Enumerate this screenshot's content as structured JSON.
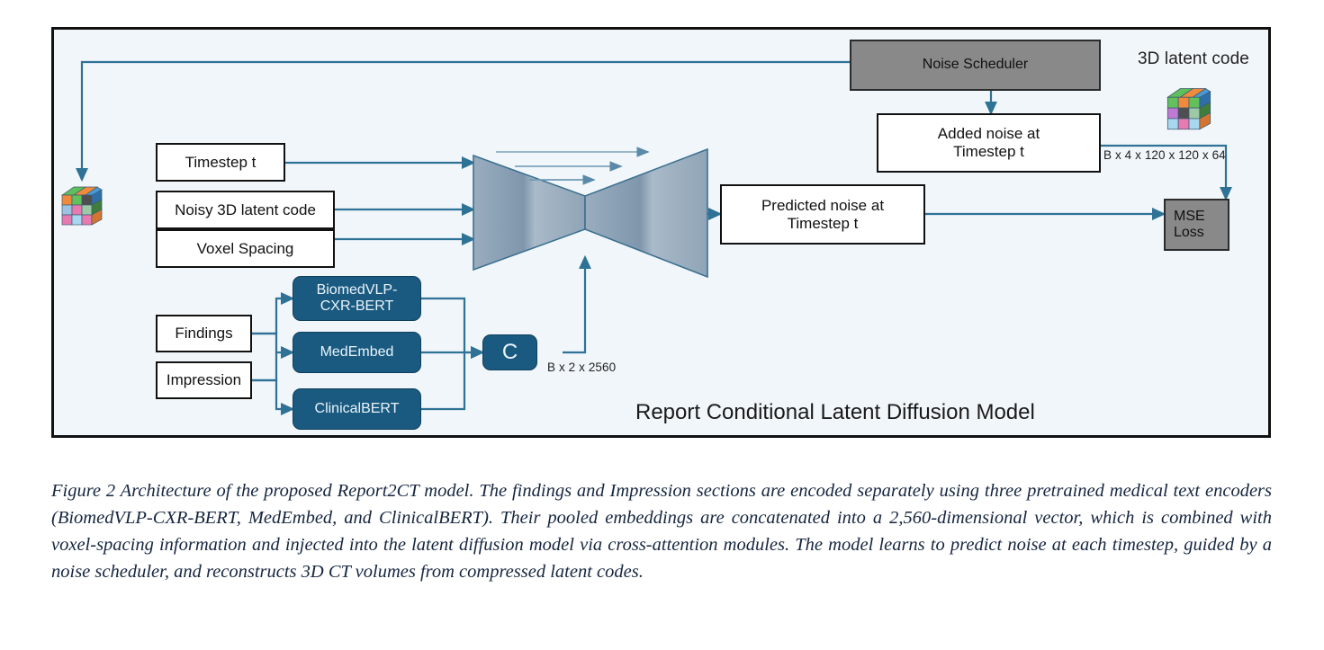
{
  "figure": {
    "title": "Report Conditional Latent Diffusion Model",
    "background_color": "#f1f6fa",
    "border_color": "#111111",
    "accent_color": "#1a5a80",
    "arrow_color": "#2e7296"
  },
  "nodes": {
    "timestep": "Timestep t",
    "noisy_latent": "Noisy 3D latent code",
    "voxel_spacing": "Voxel Spacing",
    "findings": "Findings",
    "impression": "Impression",
    "encoder_cxrbert_line1": "BiomedVLP-",
    "encoder_cxrbert_line2": "CXR-BERT",
    "encoder_medembed": "MedEmbed",
    "encoder_clinicalbert": "ClinicalBERT",
    "concat": "C",
    "noise_scheduler": "Noise Scheduler",
    "added_noise_line1": "Added noise at",
    "added_noise_line2": "Timestep t",
    "predicted_noise_line1": "Predicted noise at",
    "predicted_noise_line2": "Timestep t",
    "mse_loss_line1": "MSE",
    "mse_loss_line2": "Loss"
  },
  "labels": {
    "latent_code_caption": "3D latent code",
    "tensor_shape_latent": "B x 4 x 120 x 120 x 64",
    "tensor_shape_text": "B x 2 x 2560"
  },
  "caption": {
    "text": "Figure 2 Architecture of the proposed Report2CT model. The findings and Impression sections are encoded separately using three pretrained medical text encoders (BiomedVLP-CXR-BERT, MedEmbed, and ClinicalBERT). Their pooled embeddings are concatenated into a 2,560-dimensional vector, which is combined with voxel-spacing information and injected into the latent diffusion model via cross-attention modules. The model learns to predict noise at each timestep, guided by a noise scheduler, and reconstructs 3D CT volumes from compressed latent codes."
  },
  "icons": {
    "latent_cube_left": "voxel-cube-icon",
    "latent_cube_right": "voxel-cube-icon",
    "unet": "unet-bowtie-shape"
  }
}
